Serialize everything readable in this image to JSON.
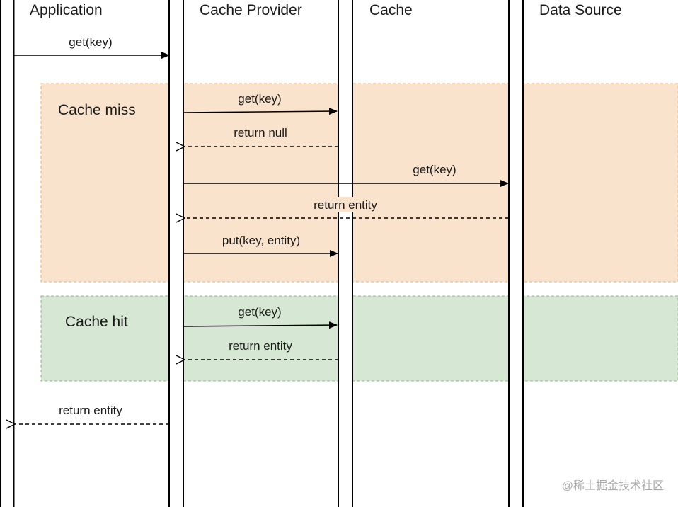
{
  "lifelines": [
    {
      "id": "application",
      "label": "Application"
    },
    {
      "id": "cache_provider",
      "label": "Cache Provider"
    },
    {
      "id": "cache",
      "label": "Cache"
    },
    {
      "id": "data_source",
      "label": "Data Source"
    }
  ],
  "fragments": [
    {
      "id": "cache_miss",
      "label": "Cache miss",
      "color": "#fae3cc",
      "border": "#e8b27a"
    },
    {
      "id": "cache_hit",
      "label": "Cache hit",
      "color": "#d6e8d3",
      "border": "#8fb98a"
    }
  ],
  "messages": [
    {
      "label": "get(key)",
      "style": "solid"
    },
    {
      "label": "get(key)",
      "style": "solid"
    },
    {
      "label": "return null",
      "style": "dashed"
    },
    {
      "label": "get(key)",
      "style": "solid"
    },
    {
      "label": "return entity",
      "style": "dashed"
    },
    {
      "label": "put(key, entity)",
      "style": "solid"
    },
    {
      "label": "get(key)",
      "style": "solid"
    },
    {
      "label": "return entity",
      "style": "dashed"
    },
    {
      "label": "return entity",
      "style": "dashed"
    }
  ],
  "watermark": "@稀土掘金技术社区"
}
